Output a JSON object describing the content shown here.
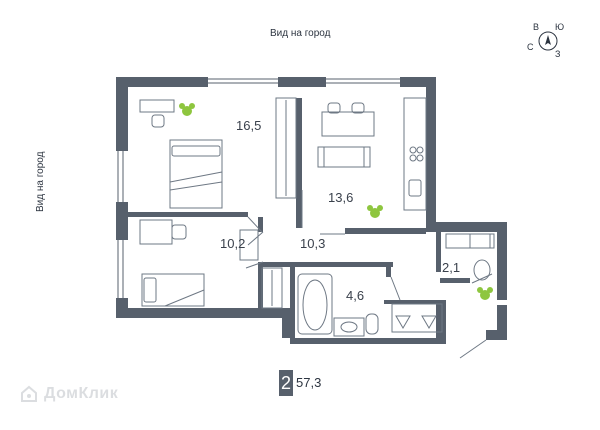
{
  "top_label": "Вид на город",
  "side_label": "Вид на город",
  "compass": {
    "north": "С",
    "south": "Ю",
    "west": "З",
    "east": "В"
  },
  "rooms": {
    "bedroom": "16,5",
    "kitchen_living": "13,6",
    "child_room": "10,2",
    "hall": "10,3",
    "bathroom": "4,6",
    "wc": "2,1"
  },
  "apartment": {
    "rooms_count": "2",
    "total_area": "57,3"
  },
  "watermark": "ДомКлик",
  "colors": {
    "wall": "#57606c",
    "furniture": "#6e7884",
    "plant": "#8ec63f",
    "glass": "#c7ccd2"
  }
}
